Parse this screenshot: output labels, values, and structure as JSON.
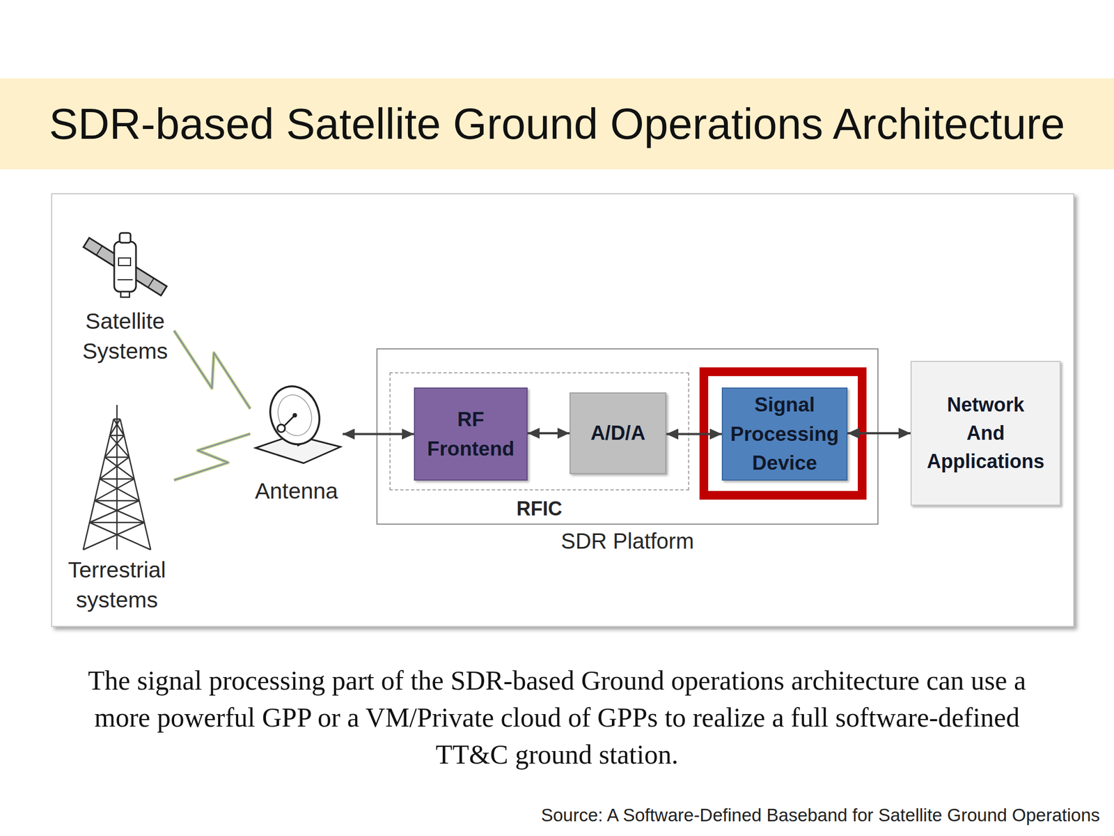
{
  "diagram": {
    "title": "SDR-based Satellite Ground Operations Architecture",
    "caption": "The signal processing part of the SDR-based Ground operations architecture can use a more powerful GPP or a VM/Private cloud of GPPs to realize a full software-defined TT&C ground station.",
    "nodes": [
      {
        "text": [
          "Satellite Systems"
        ]
      },
      {
        "text": [
          "Terrestrial systems"
        ]
      },
      {
        "text": [
          "Antenna"
        ]
      },
      {
        "text": [
          "SDR Platform"
        ]
      },
      {
        "text": [
          "RFIC"
        ],
        "in": 3
      },
      {
        "text": [
          "RF Frontend"
        ],
        "in": 4
      },
      {
        "text": [
          "A/D/A"
        ],
        "in": 4
      },
      {
        "text": [
          "Signal Processing Device"
        ],
        "in": 3
      },
      {
        "text": [
          "Network And Applications"
        ]
      }
    ],
    "edges": [
      {
        "from": 0,
        "to": 2,
        "arrow": "none"
      },
      {
        "from": 1,
        "to": 2,
        "arrow": "none"
      },
      {
        "from": 2,
        "to": 5,
        "arrow": "both"
      },
      {
        "from": 5,
        "to": 6,
        "arrow": "both"
      },
      {
        "from": 6,
        "to": 7,
        "arrow": "both"
      },
      {
        "from": 7,
        "to": 8,
        "arrow": "both"
      }
    ],
    "labels": [
      "Source: A Software-Defined Baseband for Satellite Ground Operations"
    ]
  }
}
